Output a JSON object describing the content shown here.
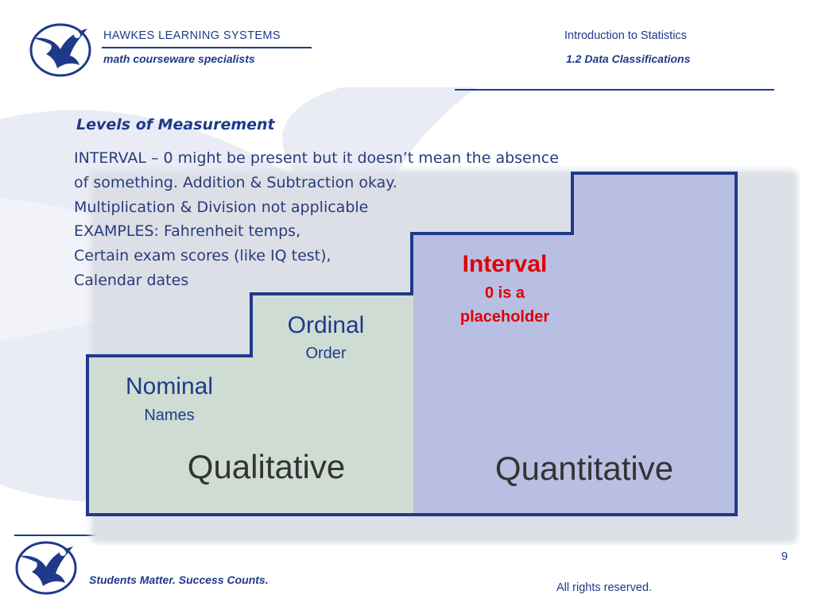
{
  "header": {
    "brand": "HAWKES  LEARNING  SYSTEMS",
    "tagline": "math courseware specialists",
    "course": "Introduction to Statistics",
    "section": "1.2 Data Classifications"
  },
  "slide": {
    "title": "Levels of Measurement",
    "lines": [
      "INTERVAL – 0 might be present but it doesn’t mean the absence",
      "of something.  Addition & Subtraction okay.",
      "Multiplication & Division not applicable",
      "EXAMPLES: Fahrenheit temps,",
      "Certain exam scores (like IQ test),",
      "Calendar dates"
    ]
  },
  "diagram": {
    "nominal": {
      "name": "Nominal",
      "desc": "Names"
    },
    "ordinal": {
      "name": "Ordinal",
      "desc": "Order"
    },
    "interval": {
      "name": "Interval",
      "desc_line1": "0 is a",
      "desc_line2": "placeholder"
    },
    "qualitative": "Qualitative",
    "quantitative": "Quantitative"
  },
  "footer": {
    "motto": "Students Matter. Success Counts.",
    "rights": "All rights reserved.",
    "page_fragment": "9"
  },
  "colors": {
    "brand_blue": "#1f3a8a",
    "interval_red": "#e00000",
    "qualitative_fill": "#cfdcd3",
    "quantitative_fill": "#b9bfe3"
  }
}
